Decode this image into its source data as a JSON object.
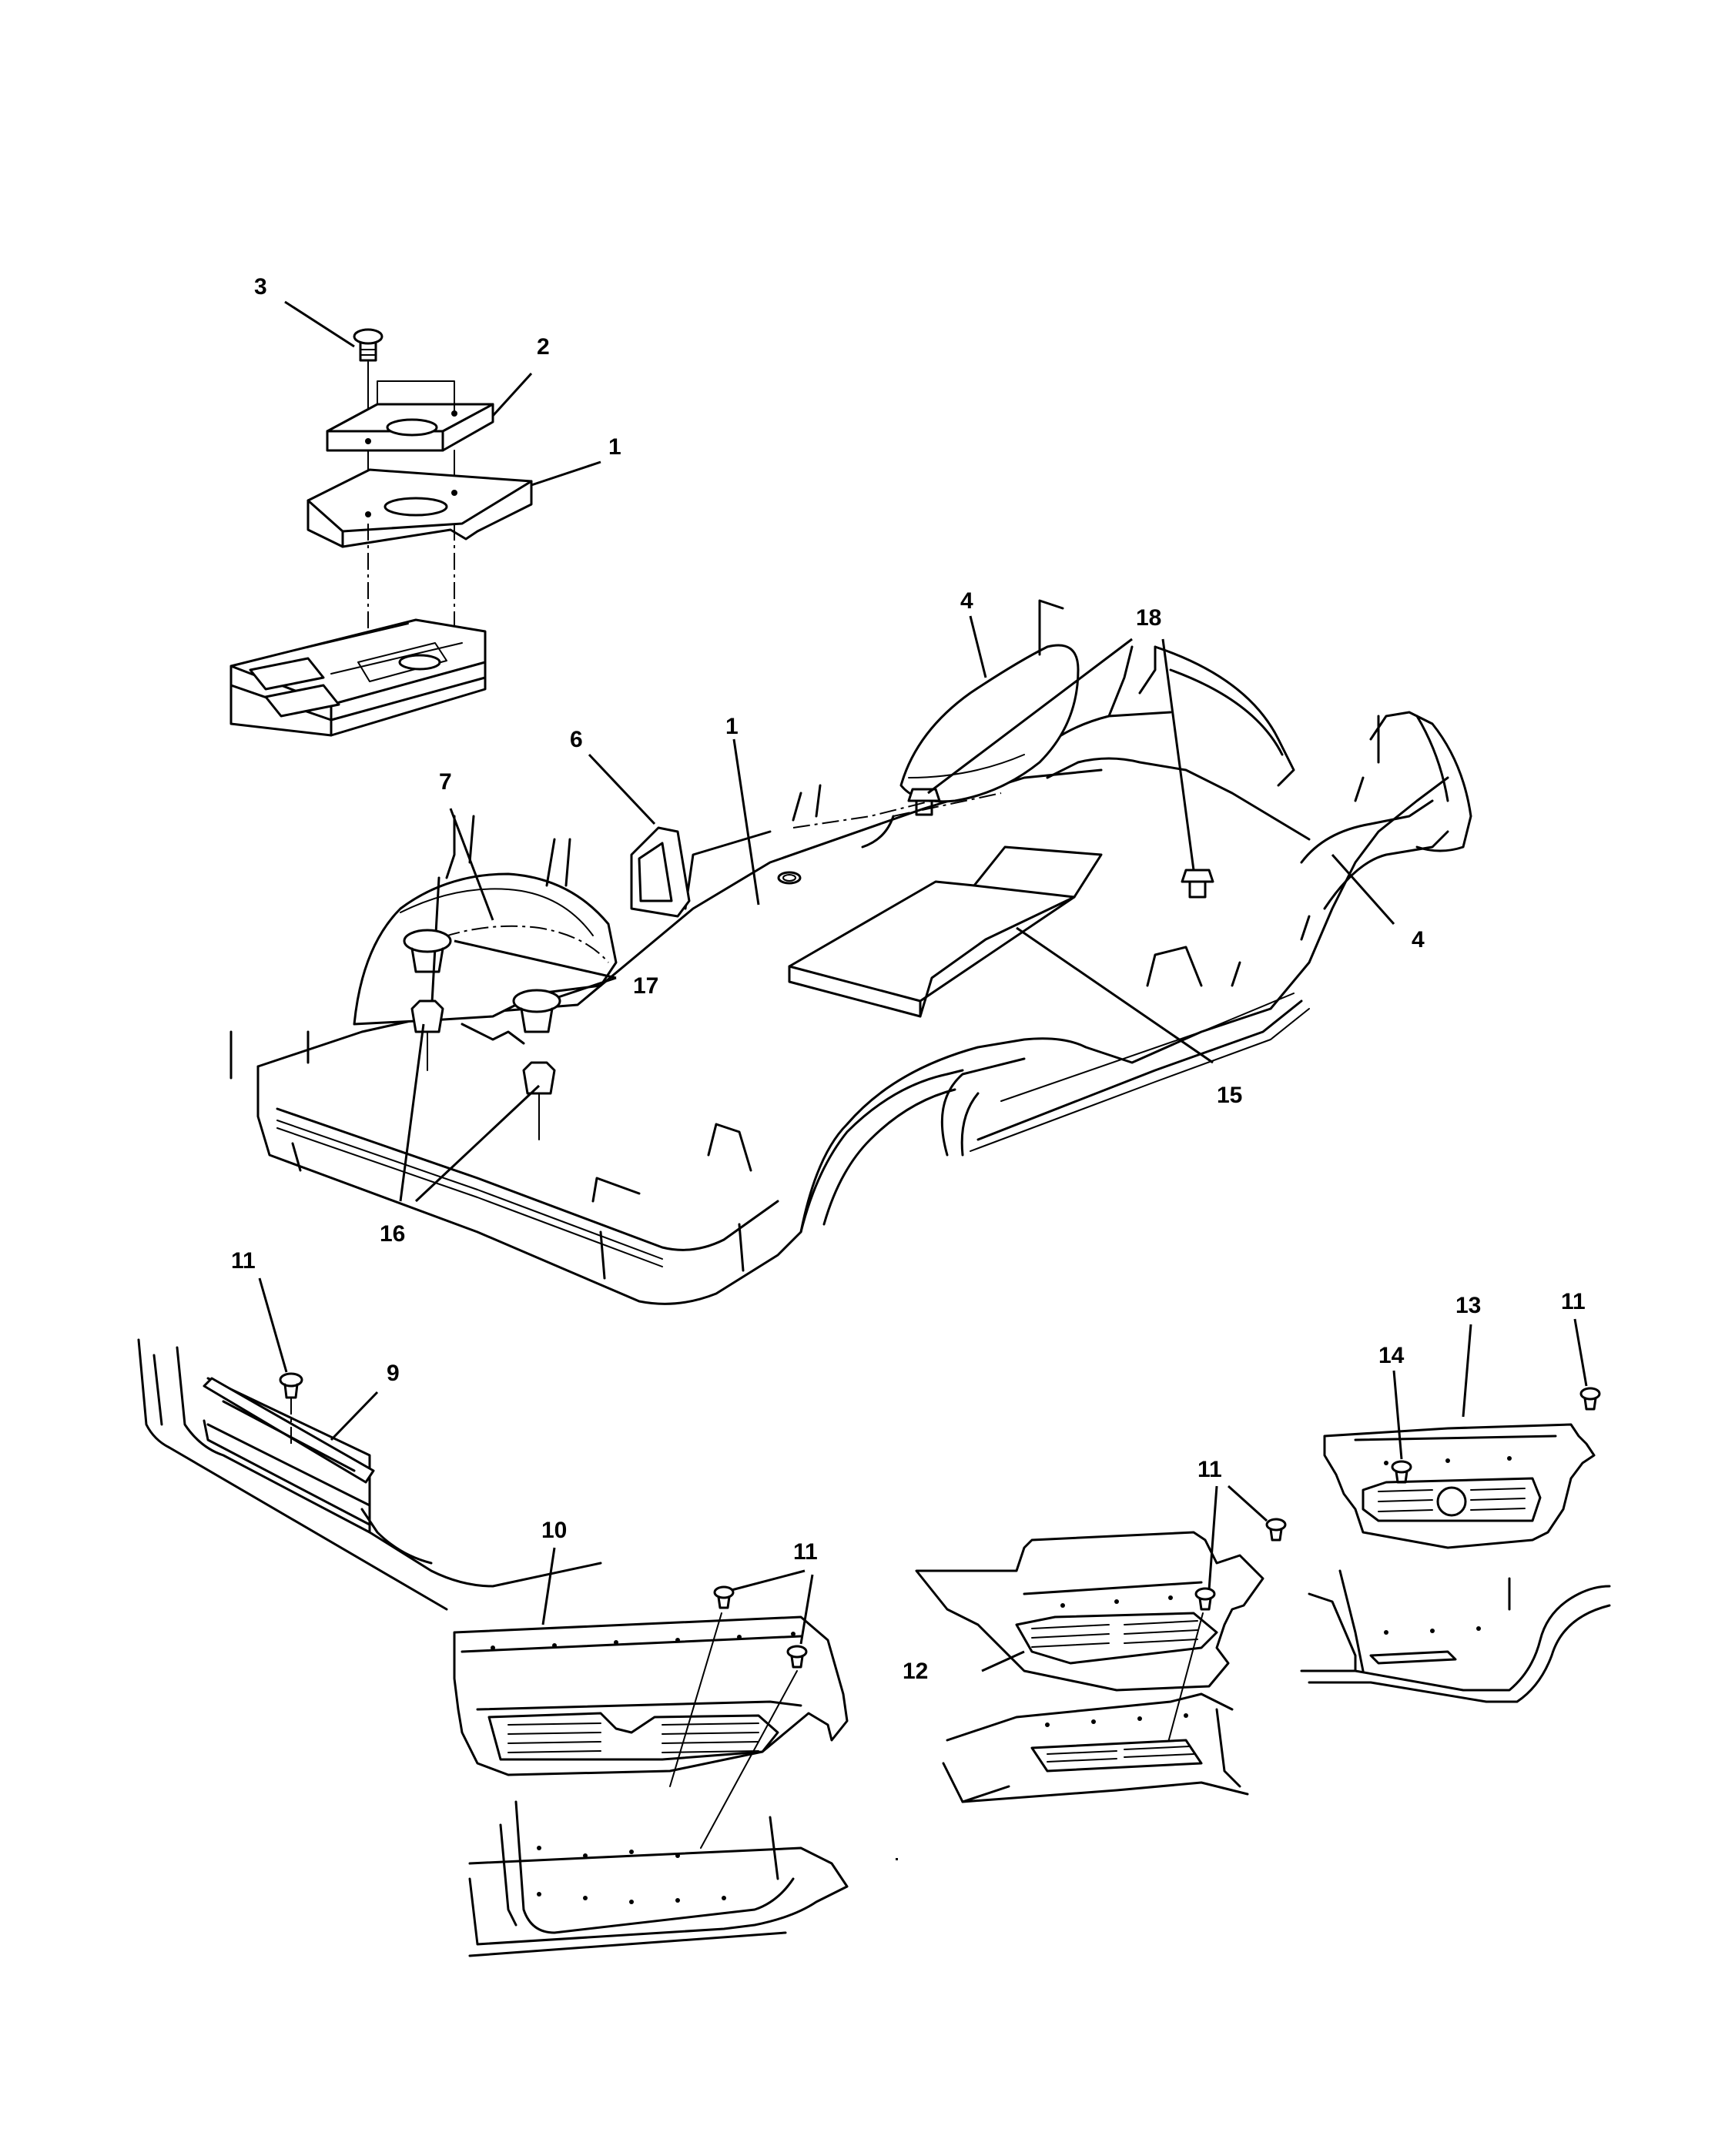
{
  "diagram": {
    "callouts": {
      "c1_top": "1",
      "c2": "2",
      "c3": "3",
      "c4_top": "4",
      "c18_a": "18",
      "c6": "6",
      "c1_main": "1",
      "c7": "7",
      "c4_right": "4",
      "c17": "17",
      "c15": "15",
      "c16": "16",
      "c11_left": "11",
      "c9": "9",
      "c10": "10",
      "c11_mid": "11",
      "c11_center": "11",
      "c12": "12",
      "c13": "13",
      "c11_right": "11",
      "c14": "14"
    }
  }
}
